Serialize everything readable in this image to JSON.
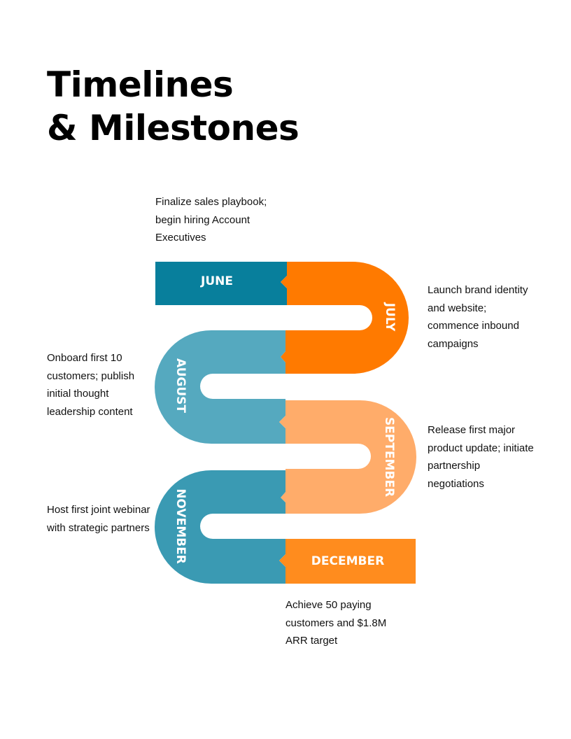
{
  "title": {
    "line1": "Timelines",
    "line2": "& Milestones"
  },
  "colors": {
    "june": "#087F9C",
    "july": "#FF7A00",
    "august": "#55A9BF",
    "september": "#FFAC6A",
    "november": "#3A9AB3",
    "december": "#FF8C1E",
    "background": "#FFFFFF"
  },
  "milestones": [
    {
      "month": "JUNE",
      "description": "Finalize sales playbook; begin hiring Account Executives"
    },
    {
      "month": "JULY",
      "description": "Launch brand identity and website; commence inbound campaigns"
    },
    {
      "month": "AUGUST",
      "description": "Onboard first 10 customers; publish initial thought leadership content"
    },
    {
      "month": "SEPTEMBER",
      "description": "Release first major product update; initiate partnership negotiations"
    },
    {
      "month": "NOVEMBER",
      "description": "Host first joint webinar with strategic partners"
    },
    {
      "month": "DECEMBER",
      "description": "Achieve 50 paying customers and $1.8M ARR target"
    }
  ]
}
